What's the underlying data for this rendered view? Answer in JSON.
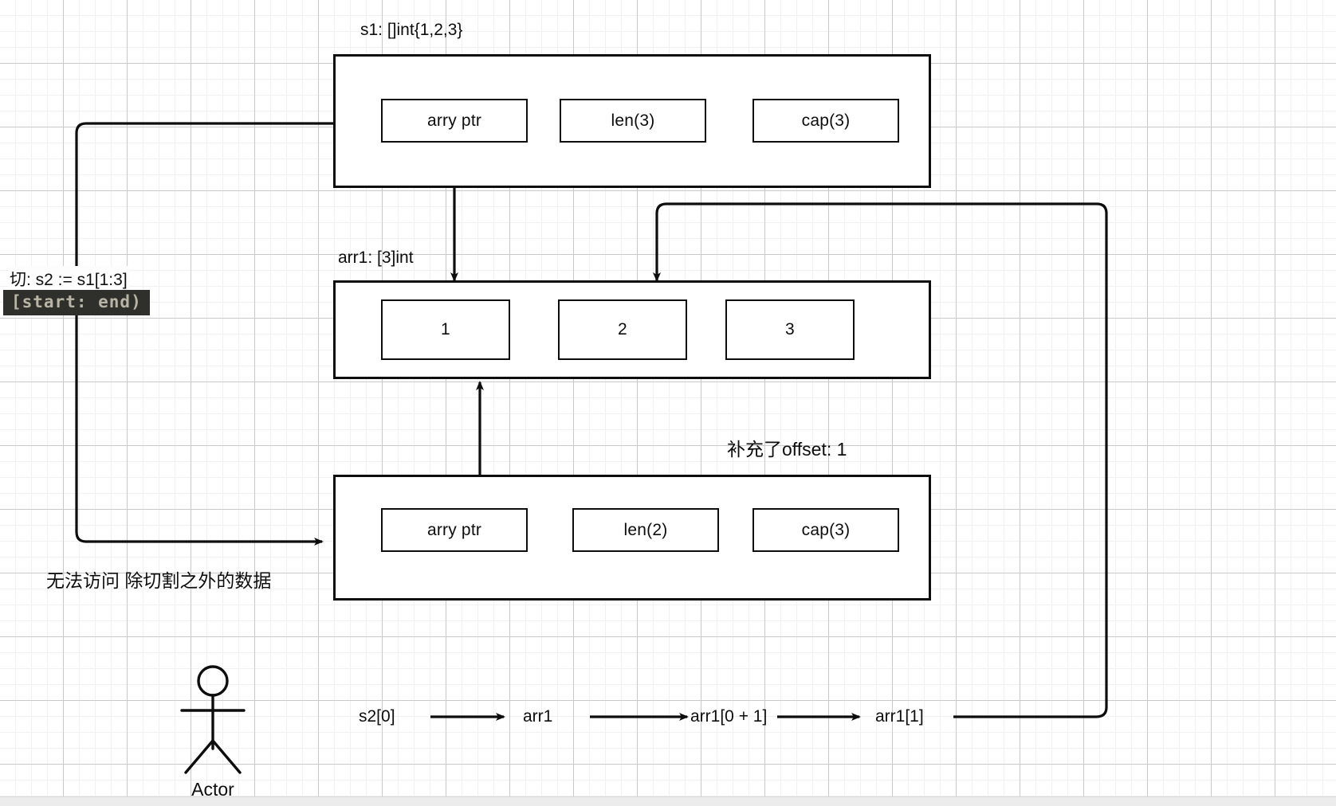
{
  "diagram": {
    "title_top": "s1: []int{1,2,3}",
    "title_mid": "arr1: [3]int",
    "title_offset": "补充了offset: 1",
    "slice_header": {
      "ptr_label": "arry ptr",
      "len_label": "len(3)",
      "cap_label": "cap(3)"
    },
    "array": {
      "cells": [
        "1",
        "2",
        "3"
      ]
    },
    "slice2_header": {
      "ptr_label": "arry ptr",
      "len_label": "len(2)",
      "cap_label": "cap(3)"
    },
    "notes": {
      "slice_expr": "切:  s2 := s1[1:3]",
      "range_chip": "[start: end)",
      "no_access": "无法访问 除切割之外的数据"
    },
    "flow": {
      "steps": [
        "s2[0]",
        "arr1",
        "arr1[0 + 1]",
        "arr1[1]"
      ]
    },
    "actor": {
      "label": "Actor"
    },
    "colors": {
      "stroke": "#0d0d0d",
      "chip_bg": "#2f2f2b",
      "chip_fg": "#b8b5a6",
      "grid_major": "#c9c9c9",
      "grid_minor": "#f1f1f1",
      "canvas_bg": "#ffffff"
    }
  }
}
